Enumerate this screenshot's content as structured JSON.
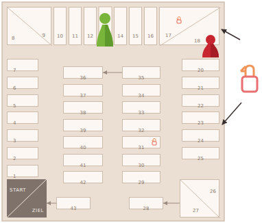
{
  "diagram": {
    "nodes": [
      {
        "text": [
          "START",
          "ZIEL"
        ]
      },
      {
        "text": [
          "1"
        ]
      },
      {
        "text": [
          "2"
        ]
      },
      {
        "text": [
          "3"
        ]
      },
      {
        "text": [
          "4"
        ]
      },
      {
        "text": [
          "5"
        ]
      },
      {
        "text": [
          "6"
        ]
      },
      {
        "text": [
          "7"
        ]
      },
      {
        "text": [
          "8",
          "9"
        ]
      },
      {
        "text": [
          "10"
        ]
      },
      {
        "text": [
          "11"
        ]
      },
      {
        "text": [
          "12"
        ]
      },
      {
        "text": [
          "14"
        ]
      },
      {
        "text": [
          "15"
        ]
      },
      {
        "text": [
          "16"
        ]
      },
      {
        "text": [
          "17",
          "18"
        ]
      },
      {
        "text": [
          "20"
        ]
      },
      {
        "text": [
          "21"
        ]
      },
      {
        "text": [
          "22"
        ]
      },
      {
        "text": [
          "23"
        ]
      },
      {
        "text": [
          "24"
        ]
      },
      {
        "text": [
          "25"
        ]
      },
      {
        "text": [
          "26",
          "27"
        ]
      },
      {
        "text": [
          "28"
        ]
      },
      {
        "text": [
          "29"
        ]
      },
      {
        "text": [
          "30"
        ]
      },
      {
        "text": [
          "31"
        ]
      },
      {
        "text": [
          "32"
        ]
      },
      {
        "text": [
          "33"
        ]
      },
      {
        "text": [
          "34"
        ]
      },
      {
        "text": [
          "35"
        ]
      },
      {
        "text": [
          "36"
        ]
      },
      {
        "text": [
          "37"
        ]
      },
      {
        "text": [
          "38"
        ]
      },
      {
        "text": [
          "39"
        ]
      },
      {
        "text": [
          "40"
        ]
      },
      {
        "text": [
          "41"
        ]
      },
      {
        "text": [
          "42"
        ]
      },
      {
        "text": [
          "43"
        ]
      }
    ],
    "edges": [
      {
        "from": 22,
        "to": 23,
        "arrow": "to"
      },
      {
        "from": 30,
        "to": 31,
        "arrow": "to"
      },
      {
        "from": 38,
        "to": 0,
        "arrow": "to"
      }
    ]
  }
}
